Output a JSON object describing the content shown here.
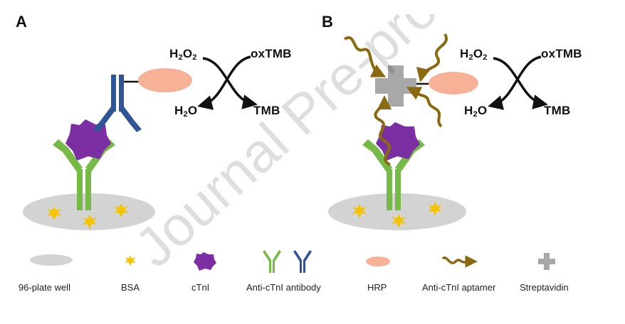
{
  "panels": {
    "a": {
      "letter": "A"
    },
    "b": {
      "letter": "B"
    }
  },
  "reaction": {
    "h2o2_base": "H",
    "h2o2_sub1": "2",
    "h2o2_mid": "O",
    "h2o2_sub2": "2",
    "oxtmb": "oxTMB",
    "h2o_base": "H",
    "h2o_sub": "2",
    "h2o_end": "O",
    "tmb": "TMB"
  },
  "legend": {
    "items": [
      {
        "label": "96-plate well",
        "icon": "ellipse-gray"
      },
      {
        "label": "BSA",
        "icon": "yellow-starburst"
      },
      {
        "label": "cTnI",
        "icon": "purple-polygon"
      },
      {
        "label": "Anti-cTnI antibody",
        "icon": "antibody-y"
      },
      {
        "label": "HRP",
        "icon": "salmon-ellipse"
      },
      {
        "label": "Anti-cTnI aptamer",
        "icon": "wavy-arrow"
      },
      {
        "label": "Streptavidin",
        "icon": "gray-cross"
      }
    ]
  },
  "watermark": {
    "text": "Journal Pre-proof"
  },
  "colors": {
    "well": "#d4d3d3",
    "bsa": "#f5c400",
    "ctni": "#7b2fa3",
    "capture_antibody": "#76b947",
    "detection_antibody": "#2f5597",
    "hrp": "#f6b197",
    "aptamer": "#8a6a10",
    "streptavidin": "#a8a8a8"
  }
}
